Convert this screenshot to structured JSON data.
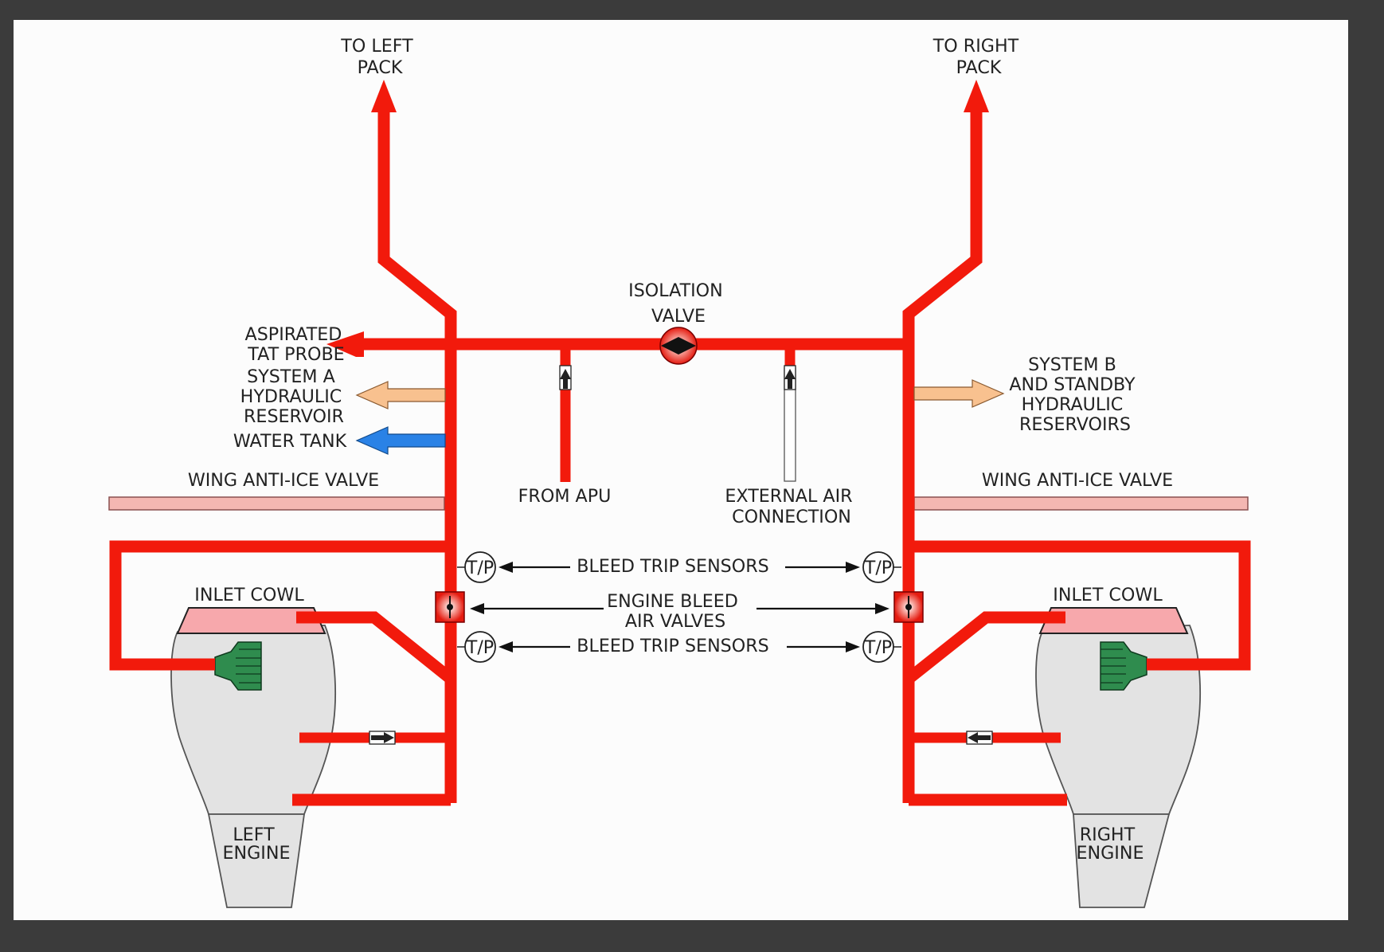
{
  "colors": {
    "frame": "#3b3b3b",
    "paper": "#fcfcfc",
    "bleed_air": "#f21a0c",
    "duct_outline": "#7a0000",
    "hydraulic_feed": "#f8c18f",
    "water_feed": "#2a82e6",
    "anti_ice_bar": "#f4b7b2",
    "inlet_cowl": "#f7a8ac",
    "engine_body": "#e3e3e3",
    "heat_exchanger": "#2f8c4e",
    "text": "#222222"
  },
  "icons": {
    "isolation_valve": "butterfly-valve-icon",
    "engine_bleed_valve": "square-valve-icon",
    "check_valve": "check-valve-icon",
    "sensor": "tp-sensor-icon"
  },
  "labels": {
    "to_left_pack": [
      "TO LEFT",
      "PACK"
    ],
    "to_right_pack": [
      "TO RIGHT",
      "PACK"
    ],
    "isolation_valve": [
      "ISOLATION",
      "VALVE"
    ],
    "aspirated_tat_probe": [
      "ASPIRATED",
      "TAT PROBE"
    ],
    "system_a_hydraulic": [
      "SYSTEM A",
      "HYDRAULIC",
      "RESERVOIR"
    ],
    "water_tank": "WATER TANK",
    "system_b_hydraulic": [
      "SYSTEM B",
      "AND STANDBY",
      "HYDRAULIC",
      "RESERVOIRS"
    ],
    "from_apu": "FROM APU",
    "external_air": [
      "EXTERNAL AIR",
      "CONNECTION"
    ],
    "wing_anti_ice_left": "WING ANTI-ICE VALVE",
    "wing_anti_ice_right": "WING ANTI-ICE VALVE",
    "bleed_trip_sensors_upper": "BLEED TRIP SENSORS",
    "bleed_trip_sensors_lower": "BLEED TRIP SENSORS",
    "engine_bleed_air_valves": [
      "ENGINE BLEED",
      "AIR VALVES"
    ],
    "inlet_cowl_left": "INLET COWL",
    "inlet_cowl_right": "INLET COWL",
    "left_engine": [
      "LEFT",
      "ENGINE"
    ],
    "right_engine": [
      "RIGHT",
      "ENGINE"
    ],
    "sensor_text": "T/P"
  }
}
